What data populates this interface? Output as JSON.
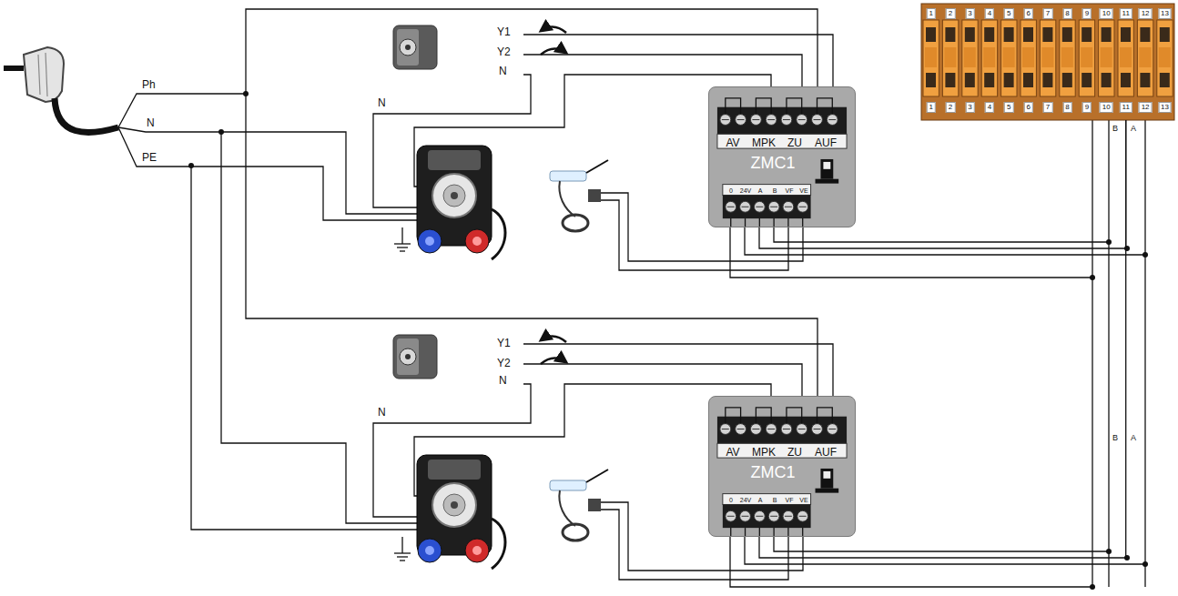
{
  "diagram": {
    "nodes": [
      {
        "text": [
          "AV",
          "MPK",
          "ZU",
          "AUF",
          "ZMC1",
          "0",
          "24V",
          "A",
          "B",
          "VF",
          "VE"
        ]
      },
      {
        "text": [
          "AV",
          "MPK",
          "ZU",
          "AUF",
          "ZMC1",
          "0",
          "24V",
          "A",
          "B",
          "VF",
          "VE"
        ]
      },
      {
        "text": [
          "1",
          "2",
          "3",
          "4",
          "5",
          "6",
          "7",
          "8",
          "9",
          "10",
          "11",
          "12",
          "13",
          "1",
          "2",
          "3",
          "4",
          "5",
          "6",
          "7",
          "8",
          "9",
          "10",
          "11",
          "12",
          "13"
        ]
      }
    ],
    "edges": [
      {
        "from": 0,
        "to": 2,
        "arrow": "none"
      },
      {
        "from": 1,
        "to": 2,
        "arrow": "none"
      }
    ],
    "labels": [
      "Ph",
      "N",
      "PE",
      "Y1",
      "Y2",
      "N",
      "N",
      "B",
      "A",
      "Y1",
      "Y2",
      "N",
      "N",
      "B",
      "A"
    ]
  }
}
